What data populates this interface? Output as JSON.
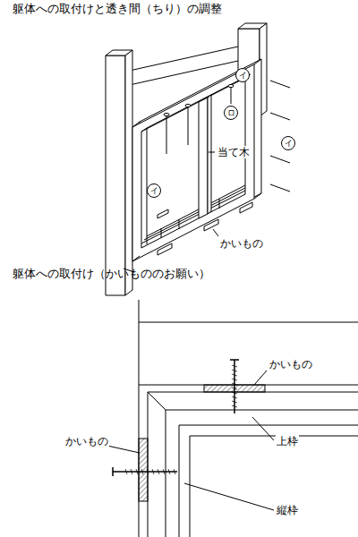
{
  "diagram": {
    "title": "躯体への取付けと透き間（ちり）の調整",
    "labels": [
      "イ",
      "ロ",
      "イ",
      "イ",
      "当て木",
      "かいもの",
      "躯体への取付け（かいもののお願い）",
      "かいもの",
      "かいもの",
      "上枠",
      "縦枠"
    ]
  }
}
